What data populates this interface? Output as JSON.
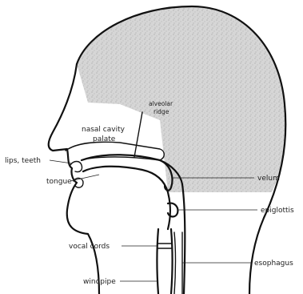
{
  "labels": {
    "nasal_cavity": "nasal cavity",
    "palate": "palate",
    "alveolar_ridge_line1": "alveolar",
    "alveolar_ridge_line2": "ridge",
    "lips_teeth": "lips, teeth",
    "tongue": "tongue",
    "velum": "velum",
    "epiglottis": "epiglottis",
    "vocal_cords": "vocal cords",
    "esophagus": "esophagus",
    "windpipe": "windpipe"
  },
  "colors": {
    "stroke": "#111111",
    "skull_shading": "#bdbdbd",
    "background": "#ffffff"
  }
}
